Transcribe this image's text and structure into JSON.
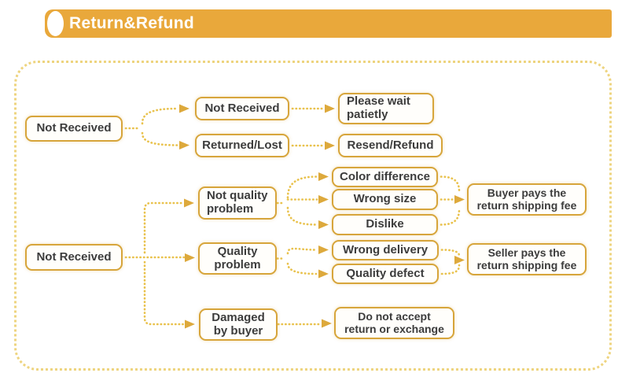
{
  "banner": {
    "title": "Return&Refund"
  },
  "colors": {
    "banner": "#e9a83b",
    "box_border": "#d7a53b",
    "arrow": "#e9c24d",
    "arrowhead": "#dda93c",
    "container_border": "#eed47f",
    "text": "#3c3c3c"
  },
  "flowchart": {
    "nodes": {
      "not_received_root1": "Not Received",
      "not_received_sub": "Not Received",
      "returned_lost": "Returned/Lost",
      "please_wait": "Please wait\npatietly",
      "resend_refund": "Resend/Refund",
      "not_received_root2": "Not Received",
      "not_quality_problem": "Not quality\nproblem",
      "quality_problem": "Quality\nproblem",
      "damaged_by_buyer": "Damaged\nby buyer",
      "color_difference": "Color difference",
      "wrong_size": "Wrong size",
      "dislike": "Dislike",
      "wrong_delivery": "Wrong delivery",
      "quality_defect": "Quality defect",
      "buyer_pays": "Buyer pays the\nreturn shipping fee",
      "seller_pays": "Seller pays the\nreturn shipping fee",
      "do_not_accept": "Do not accept\nreturn or exchange"
    },
    "edges": [
      {
        "from": "not_received_root1",
        "to": "not_received_sub"
      },
      {
        "from": "not_received_root1",
        "to": "returned_lost"
      },
      {
        "from": "not_received_sub",
        "to": "please_wait"
      },
      {
        "from": "returned_lost",
        "to": "resend_refund"
      },
      {
        "from": "not_received_root2",
        "to": "not_quality_problem"
      },
      {
        "from": "not_received_root2",
        "to": "quality_problem"
      },
      {
        "from": "not_received_root2",
        "to": "damaged_by_buyer"
      },
      {
        "from": "not_quality_problem",
        "to": "color_difference"
      },
      {
        "from": "not_quality_problem",
        "to": "wrong_size"
      },
      {
        "from": "not_quality_problem",
        "to": "dislike"
      },
      {
        "from": "color_difference",
        "to": "buyer_pays"
      },
      {
        "from": "wrong_size",
        "to": "buyer_pays"
      },
      {
        "from": "dislike",
        "to": "buyer_pays"
      },
      {
        "from": "quality_problem",
        "to": "wrong_delivery"
      },
      {
        "from": "quality_problem",
        "to": "quality_defect"
      },
      {
        "from": "wrong_delivery",
        "to": "seller_pays"
      },
      {
        "from": "quality_defect",
        "to": "seller_pays"
      },
      {
        "from": "damaged_by_buyer",
        "to": "do_not_accept"
      }
    ]
  }
}
